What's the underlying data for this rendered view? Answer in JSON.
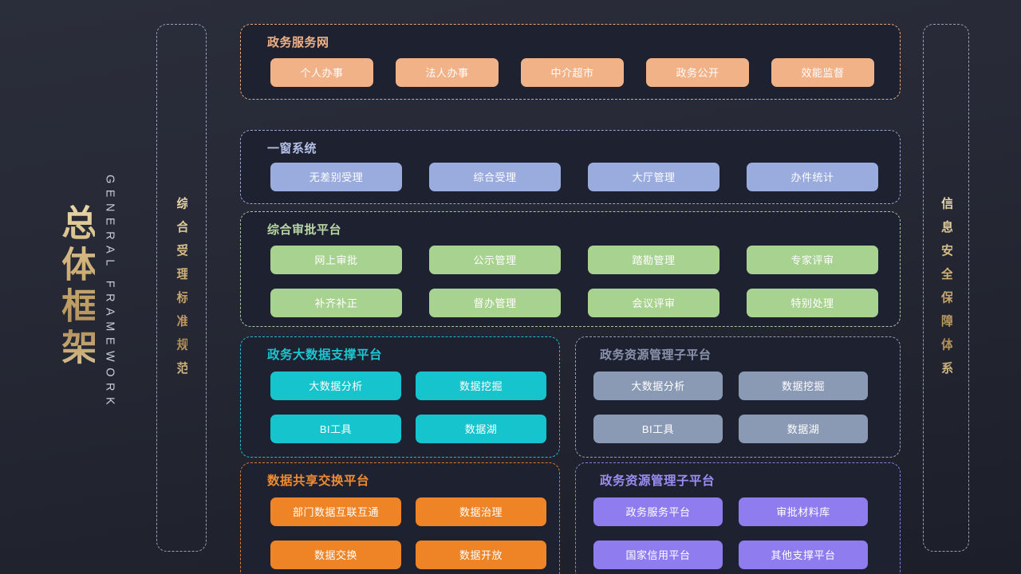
{
  "title_block": {
    "title_cn": "总体框架",
    "title_en": "General Framework"
  },
  "side_columns": {
    "left": {
      "label": "综合受理标准规范"
    },
    "right": {
      "label": "信息安全保障体系"
    }
  },
  "panels": [
    {
      "id": "panel-gov-service",
      "title": "政务服务网",
      "accent": "#f2b288",
      "rows": [
        [
          "个人办事",
          "法人办事",
          "中介超市",
          "政务公开",
          "效能监督"
        ]
      ]
    },
    {
      "id": "panel-one-window",
      "title": "一窗系统",
      "accent": "#9aabdd",
      "rows": [
        [
          "无差别受理",
          "综合受理",
          "大厅管理",
          "办件统计"
        ]
      ]
    },
    {
      "id": "panel-approval",
      "title": "综合审批平台",
      "accent": "#a8d290",
      "rows": [
        [
          "网上审批",
          "公示管理",
          "踏勘管理",
          "专家评审"
        ],
        [
          "补齐补正",
          "督办管理",
          "会议评审",
          "特别处理"
        ]
      ]
    },
    {
      "id": "panel-bigdata",
      "title": "政务大数据支撑平台",
      "accent": "#16c4cd",
      "rows": [
        [
          "大数据分析",
          "数据挖掘"
        ],
        [
          "BI工具",
          "数据湖"
        ]
      ]
    },
    {
      "id": "panel-resource-gray",
      "title": "政务资源管理子平台",
      "accent": "#8b9ab4",
      "rows": [
        [
          "大数据分析",
          "数据挖掘"
        ],
        [
          "BI工具",
          "数据湖"
        ]
      ]
    },
    {
      "id": "panel-data-share",
      "title": "数据共享交换平台",
      "accent": "#ef8426",
      "rows": [
        [
          "部门数据互联互通",
          "数据治理"
        ],
        [
          "数据交换",
          "数据开放"
        ]
      ]
    },
    {
      "id": "panel-resource-purple",
      "title": "政务资源管理子平台",
      "accent": "#8f7df0",
      "rows": [
        [
          "政务服务平台",
          "审批材料库"
        ],
        [
          "国家信用平台",
          "其他支撑平台"
        ]
      ]
    }
  ]
}
